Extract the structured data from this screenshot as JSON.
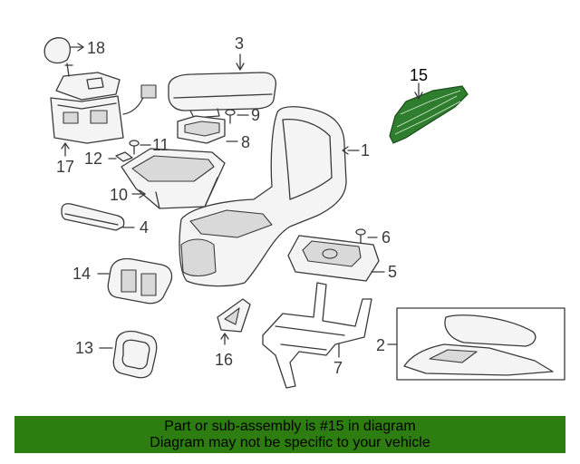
{
  "diagram": {
    "callouts": [
      "1",
      "2",
      "3",
      "4",
      "5",
      "6",
      "7",
      "8",
      "9",
      "10",
      "11",
      "12",
      "13",
      "14",
      "15",
      "16",
      "17",
      "18"
    ],
    "highlighted_part": "15",
    "highlight_color": "#2f7d2f"
  },
  "banner": {
    "line1": "Part or sub-assembly is #15 in diagram",
    "line2": "Diagram may not be specific to your vehicle",
    "background": "#2e7d11"
  }
}
